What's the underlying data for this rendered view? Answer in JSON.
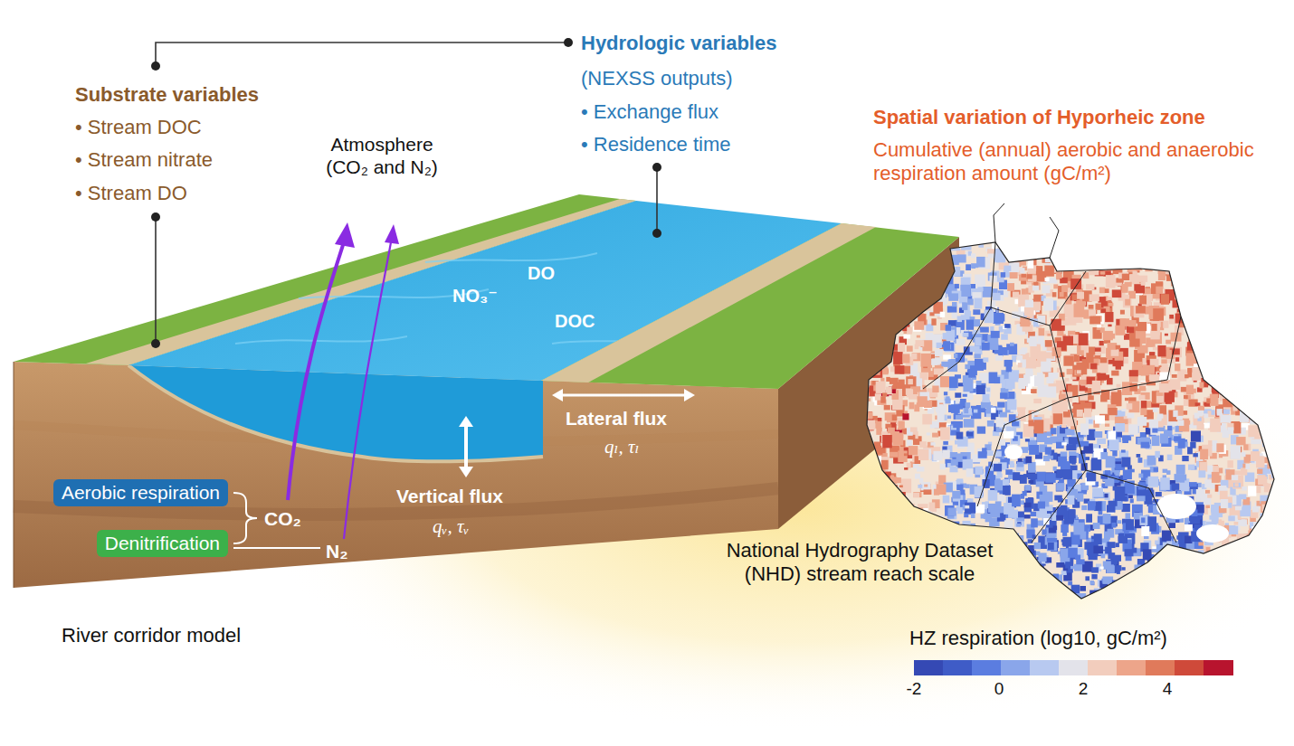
{
  "diagram": {
    "nodes": [
      {
        "text": [
          "Aerobic respiration"
        ]
      },
      {
        "text": [
          "Denitrification"
        ]
      }
    ],
    "labels": [
      "Substrate variables",
      "• Stream DOC",
      "• Stream nitrate",
      "• Stream DO",
      "Hydrologic variables",
      "(NEXSS outputs)",
      "• Exchange flux",
      "• Residence time",
      "Atmosphere (CO₂ and N₂)",
      "DO",
      "NO₃⁻",
      "DOC",
      "Lateral flux",
      "qₗ, τₗ",
      "Vertical flux",
      "qᵥ, τᵥ",
      "CO₂",
      "N₂",
      "River corridor model",
      "Spatial variation of Hyporheic zone",
      "Cumulative (annual) aerobic and anaerobic respiration amount (gC/m²)",
      "National Hydrography Dataset (NHD) stream reach scale",
      "HZ respiration (log10, gC/m²)",
      "-2",
      "0",
      "2",
      "4"
    ]
  }
}
